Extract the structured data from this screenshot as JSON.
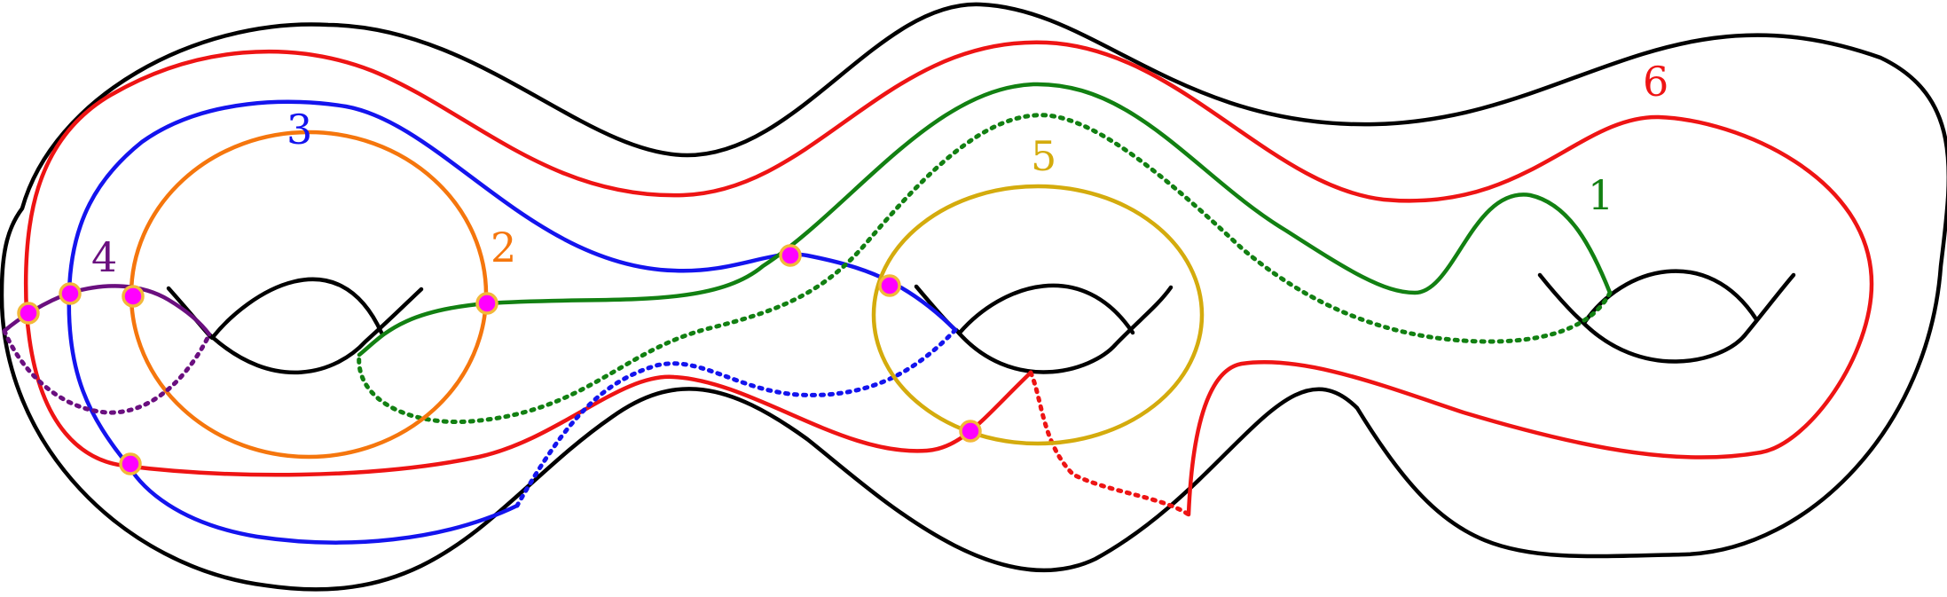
{
  "colors": {
    "surface": "#000000",
    "curve_1": "#128012",
    "curve_2": "#f5760d",
    "curve_3": "#1414ee",
    "curve_4": "#6a0f7f",
    "curve_5": "#d4ab0d",
    "curve_6": "#ee1414",
    "point_fill": "#ff00ff",
    "point_stroke": "#f2b83a"
  },
  "labels": {
    "curve_1": "1",
    "curve_2": "2",
    "curve_3": "3",
    "curve_4": "4",
    "curve_5": "5",
    "curve_6": "6"
  }
}
